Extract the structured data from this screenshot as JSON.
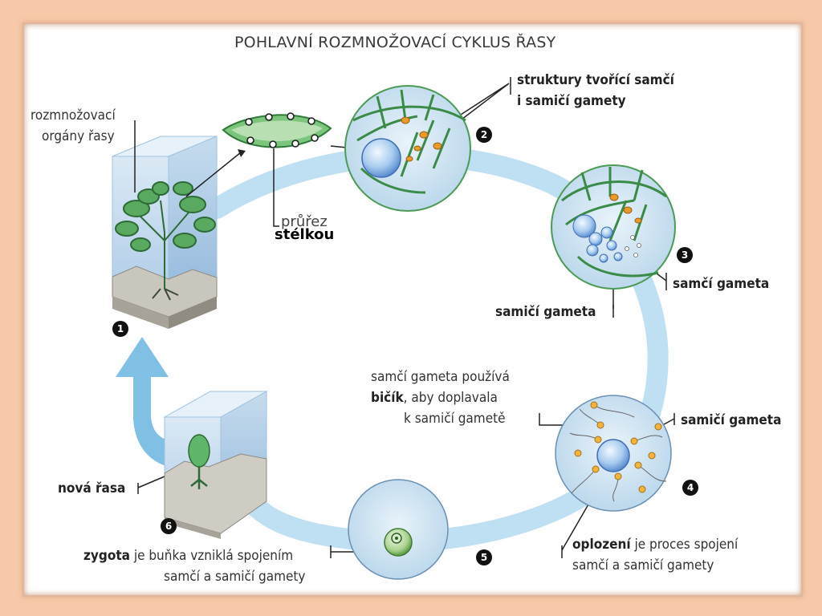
{
  "title": "POHLAVNÍ ROZMNOŽOVACÍ CYKLUS ŘASY",
  "labels": {
    "organs_line1": "rozmnožovací",
    "organs_line2": "orgány řasy",
    "cross_section_line1": "průřez",
    "cross_section_line2": "stélkou",
    "structures_line1": "struktury tvořící samčí",
    "structures_line2": "i samičí gamety",
    "male_gamete": "samčí gameta",
    "female_gamete": "samičí gameta",
    "flagellum_line1": "samčí gameta používá",
    "flagellum_bold": "bičík",
    "flagellum_line2_rest": ", aby doplavala",
    "flagellum_line3": "k samičí gametě",
    "female_gamete_4": "samičí gameta",
    "new_alga": "nová řasa",
    "fertilization_bold": "oplození",
    "fertilization_rest": " je proces spojení",
    "fertilization_line2": "samčí a samičí gamety",
    "zygote_bold": "zygota",
    "zygote_rest": " je buňka vzniklá spojením",
    "zygote_line2": "samčí a samičí gamety"
  },
  "steps": [
    "1",
    "2",
    "3",
    "4",
    "5",
    "6"
  ],
  "colors": {
    "cycle_arrow": "#bfe0f2",
    "big_arrow": "#7fc0e4",
    "alga_green": "#3f9a4a",
    "circle_fill": "#d6e8f5",
    "gamete_blue": "#9ec9ec",
    "sperm_yellow": "#f2b43a"
  }
}
